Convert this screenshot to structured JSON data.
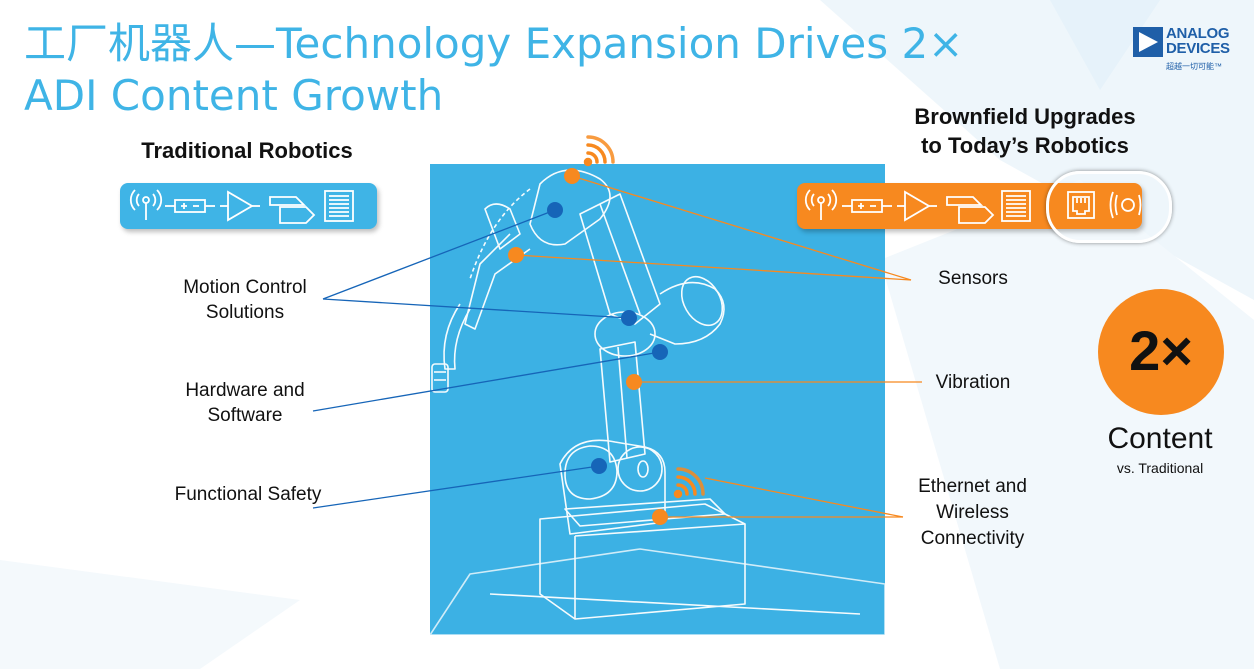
{
  "slide": {
    "title": "工厂机器人—Technology Expansion Drives 2× ADI Content Growth"
  },
  "logo": {
    "name_line1": "ANALOG",
    "name_line2": "DEVICES",
    "tagline": "超越一切可能™",
    "brand_color": "#1f5fa8"
  },
  "traditional": {
    "heading": "Traditional Robotics",
    "strip_color": "#3fb4e6",
    "icons": [
      "antenna-icon",
      "resistor-icon",
      "amplifier-icon",
      "converter-icon",
      "chip-icon"
    ]
  },
  "brownfield": {
    "heading_line1": "Brownfield Upgrades",
    "heading_line2": "to Today’s Robotics",
    "strip_color": "#f7891f",
    "icons": [
      "antenna-icon",
      "resistor-icon",
      "amplifier-icon",
      "converter-icon",
      "chip-icon",
      "ethernet-port-icon",
      "vibration-icon"
    ]
  },
  "labels": {
    "motion_control": "Motion Control Solutions",
    "hardware_software": "Hardware and Software",
    "functional_safety": "Functional Safety",
    "sensors": "Sensors",
    "vibration": "Vibration",
    "ethernet": "Ethernet and Wireless Connectivity"
  },
  "growth": {
    "multiplier": "2×",
    "content": "Content",
    "comparison": "vs. Traditional"
  },
  "colors": {
    "title_blue": "#3fb4e6",
    "panel_blue": "#3cb1e4",
    "accent_orange": "#f7891f",
    "dot_blue": "#1665b8"
  }
}
